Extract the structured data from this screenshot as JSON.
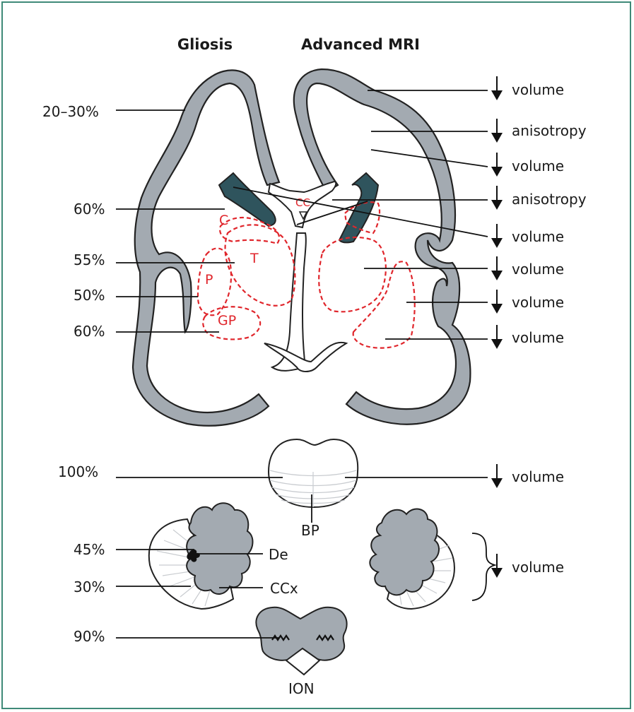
{
  "headers": {
    "gliosis": "Gliosis",
    "mri": "Advanced MRI"
  },
  "left_percentages": [
    "20–30%",
    "60%",
    "55%",
    "50%",
    "60%",
    "100%",
    "45%",
    "30%",
    "90%"
  ],
  "right_findings": [
    "volume",
    "anisotropy",
    "volume",
    "anisotropy",
    "volume",
    "volume",
    "volume",
    "volume",
    "volume",
    "volume"
  ],
  "structure_labels": {
    "cc": "CC",
    "c": "C",
    "t": "T",
    "p": "P",
    "gp": "GP",
    "bp": "BP",
    "de": "De",
    "ccx": "CCx",
    "ion": "ION"
  },
  "colors": {
    "cortex_fill": "#a3aab1",
    "ventricle_fill": "#2f545d",
    "dashed_red": "#e0262c",
    "frame_border": "#3f8a78"
  }
}
